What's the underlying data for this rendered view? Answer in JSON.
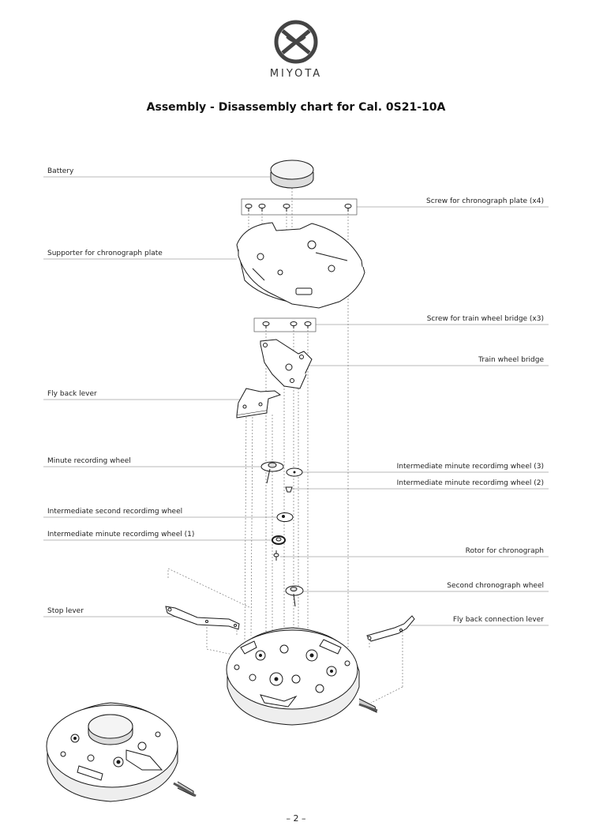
{
  "brand": "MIYOTA",
  "title": "Assembly - Disassembly chart for Cal. 0S21-10A",
  "page_number": "– 2 –",
  "labels": {
    "battery": "Battery",
    "supporter_plate": "Supporter for chronograph plate",
    "fly_back_lever": "Fly back lever",
    "minute_recording_wheel": "Minute recording wheel",
    "intermediate_second_recording_wheel": "Intermediate second recordimg wheel",
    "intermediate_minute_recording_wheel_1": "Intermediate minute recordimg wheel (1)",
    "stop_lever": "Stop lever",
    "screw_chrono_plate": "Screw for chronograph plate (x4)",
    "screw_train_wheel_bridge": "Screw for train wheel bridge (x3)",
    "train_wheel_bridge": "Train wheel bridge",
    "intermediate_minute_recording_wheel_3": "Intermediate minute recordimg wheel (3)",
    "intermediate_minute_recording_wheel_2": "Intermediate minute recordimg wheel (2)",
    "rotor_for_chronograph": "Rotor for chronograph",
    "second_chronograph_wheel": "Second chronograph wheel",
    "fly_back_connection_lever": "Fly back connection lever"
  },
  "colors": {
    "ink": "#1a1a1a",
    "leader": "#777777",
    "part_fill": "#ffffff",
    "shade": "#dddddd"
  }
}
